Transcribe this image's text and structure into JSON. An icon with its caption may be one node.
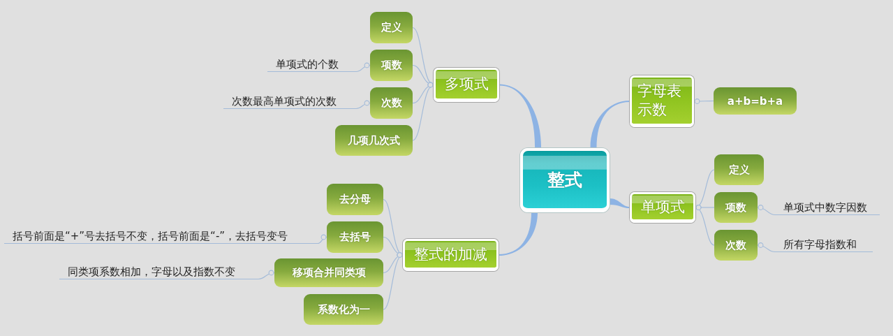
{
  "diagram": {
    "nodes": [
      {
        "text": [
          "整式"
        ]
      },
      {
        "text": [
          "多项式"
        ]
      },
      {
        "text": [
          "定义"
        ]
      },
      {
        "text": [
          "项数"
        ]
      },
      {
        "text": [
          "单项式的个数"
        ]
      },
      {
        "text": [
          "次数"
        ]
      },
      {
        "text": [
          "次数最高单项式的次数"
        ]
      },
      {
        "text": [
          "几项几次式"
        ]
      },
      {
        "text": [
          "字母表示数"
        ]
      },
      {
        "text": [
          "a+b=b+a"
        ]
      },
      {
        "text": [
          "单项式"
        ]
      },
      {
        "text": [
          "定义"
        ]
      },
      {
        "text": [
          "项数"
        ]
      },
      {
        "text": [
          "单项式中数字因数"
        ]
      },
      {
        "text": [
          "次数"
        ]
      },
      {
        "text": [
          "所有字母指数和"
        ]
      },
      {
        "text": [
          "整式的加减"
        ]
      },
      {
        "text": [
          "去分母"
        ]
      },
      {
        "text": [
          "去括号"
        ]
      },
      {
        "text": [
          "括号前面是“+”号去括号不变，括号前面是“-”，去括号变号"
        ]
      },
      {
        "text": [
          "移项合并同类项"
        ]
      },
      {
        "text": [
          "同类项系数相加，字母以及指数不变"
        ]
      },
      {
        "text": [
          "系数化为一"
        ]
      }
    ],
    "edges": [
      {
        "from": 0,
        "to": 1,
        "arrow": "none",
        "style": "thick"
      },
      {
        "from": 1,
        "to": 2,
        "arrow": "other"
      },
      {
        "from": 1,
        "to": 3,
        "arrow": "other"
      },
      {
        "from": 3,
        "to": 4,
        "arrow": "other"
      },
      {
        "from": 1,
        "to": 5,
        "arrow": "other"
      },
      {
        "from": 5,
        "to": 6,
        "arrow": "other"
      },
      {
        "from": 1,
        "to": 7,
        "arrow": "other"
      },
      {
        "from": 0,
        "to": 8,
        "arrow": "none",
        "style": "thick"
      },
      {
        "from": 8,
        "to": 9,
        "arrow": "other"
      },
      {
        "from": 0,
        "to": 10,
        "arrow": "none",
        "style": "thick"
      },
      {
        "from": 10,
        "to": 11,
        "arrow": "other"
      },
      {
        "from": 10,
        "to": 12,
        "arrow": "other"
      },
      {
        "from": 12,
        "to": 13,
        "arrow": "other"
      },
      {
        "from": 10,
        "to": 14,
        "arrow": "other"
      },
      {
        "from": 14,
        "to": 15,
        "arrow": "other"
      },
      {
        "from": 0,
        "to": 16,
        "arrow": "none",
        "style": "thick"
      },
      {
        "from": 16,
        "to": 17,
        "arrow": "other"
      },
      {
        "from": 16,
        "to": 18,
        "arrow": "other"
      },
      {
        "from": 18,
        "to": 19,
        "arrow": "other"
      },
      {
        "from": 16,
        "to": 20,
        "arrow": "other"
      },
      {
        "from": 20,
        "to": 21,
        "arrow": "other"
      },
      {
        "from": 16,
        "to": 22,
        "arrow": "other"
      }
    ]
  }
}
